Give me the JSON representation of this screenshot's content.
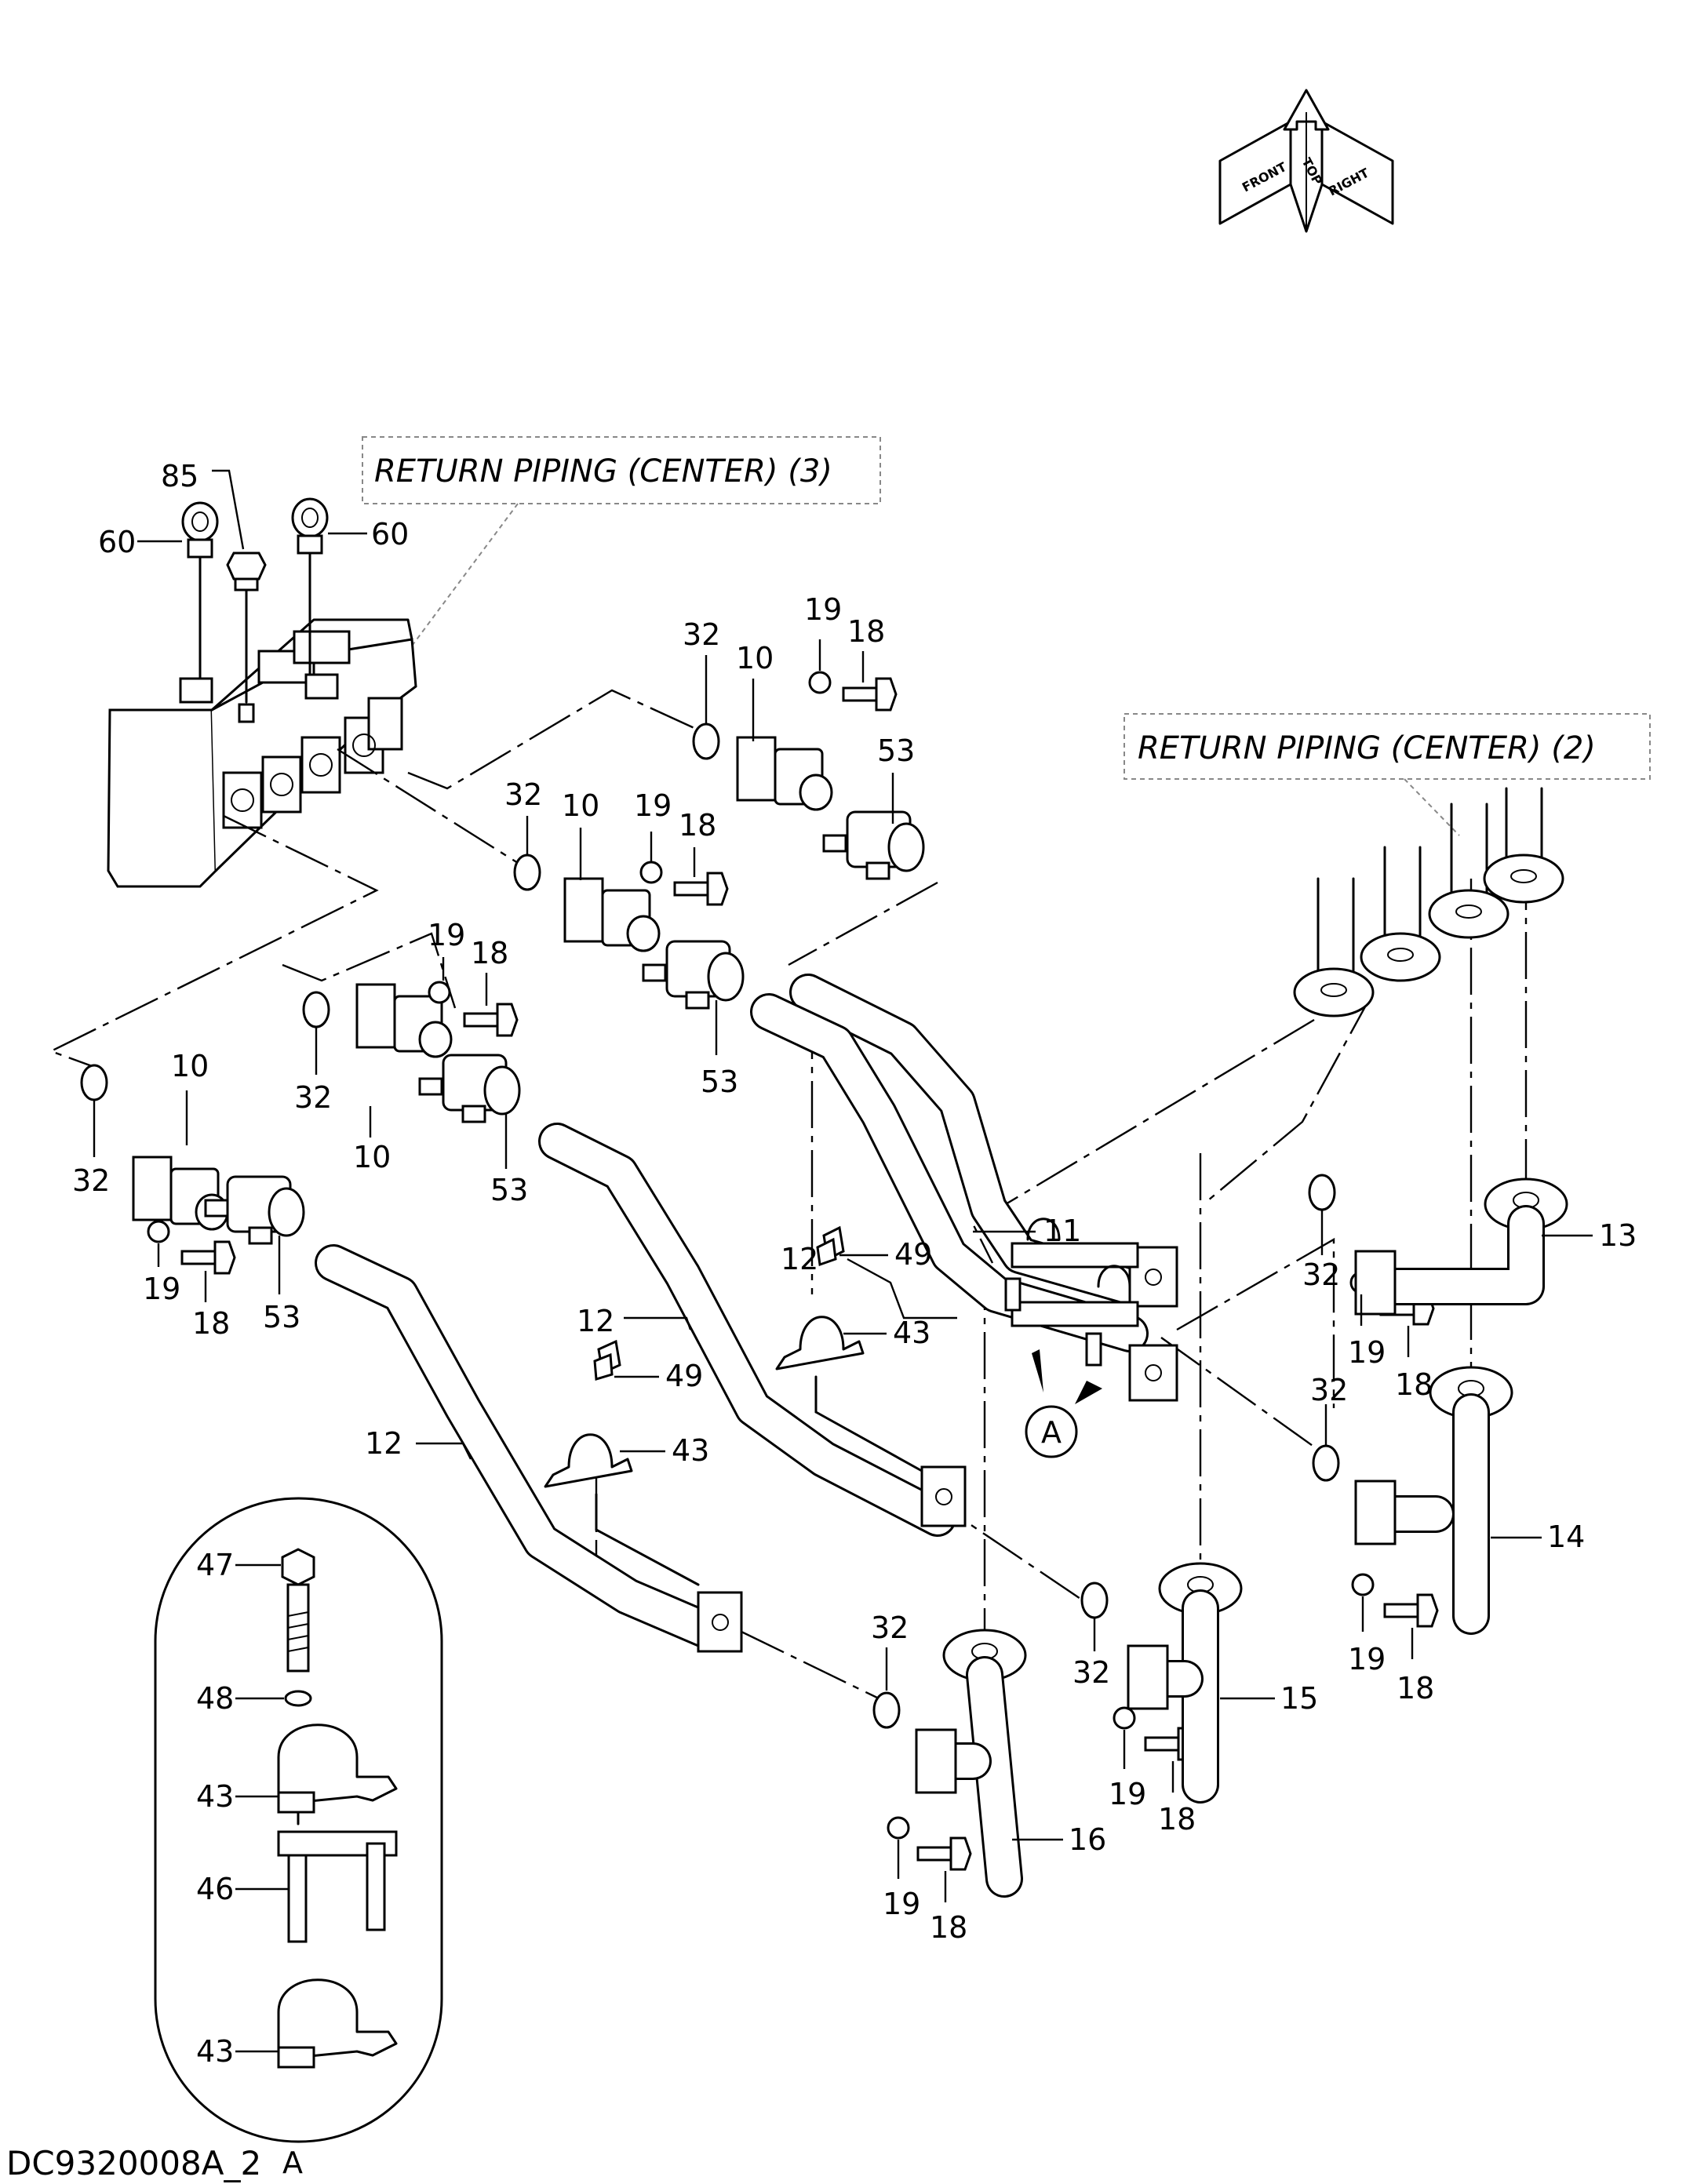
{
  "references": {
    "center3": "RETURN  PIPING (CENTER) (3)",
    "center2": "RETURN  PIPING (CENTER) (2)"
  },
  "compass": {
    "top": "TOP",
    "front": "FRONT",
    "right": "RIGHT"
  },
  "detail_marker": "A",
  "detail_caption": "A",
  "drawing_code": "DC9320008A_2",
  "callouts": {
    "c85": "85",
    "c60a": "60",
    "c60b": "60",
    "c32a": "32",
    "c10a": "10",
    "c19a": "19",
    "c18a": "18",
    "c53a": "53",
    "c32b": "32",
    "c10b": "10",
    "c19b": "19",
    "c18b": "18",
    "c53b": "53",
    "c19c": "19",
    "c18c": "18",
    "c32c": "32",
    "c10c": "10",
    "c53c": "53",
    "c10d": "10",
    "c32d": "32",
    "c19d": "19",
    "c18d": "18",
    "c53d": "53",
    "c11": "11",
    "c12a": "12",
    "c12b": "12",
    "c12c": "12",
    "c49a": "49",
    "c43a": "43",
    "c49b": "49",
    "c43b": "43",
    "c13": "13",
    "c32e": "32",
    "c19e": "19",
    "c18e": "18",
    "c32f": "32",
    "c14": "14",
    "c19f": "19",
    "c18f": "18",
    "c32g": "32",
    "c15": "15",
    "c19g": "19",
    "c18g": "18",
    "c32h": "32",
    "c16": "16",
    "c19h": "19",
    "c18h": "18",
    "c47": "47",
    "c48": "48",
    "c43c": "43",
    "c46": "46",
    "c43d": "43"
  }
}
